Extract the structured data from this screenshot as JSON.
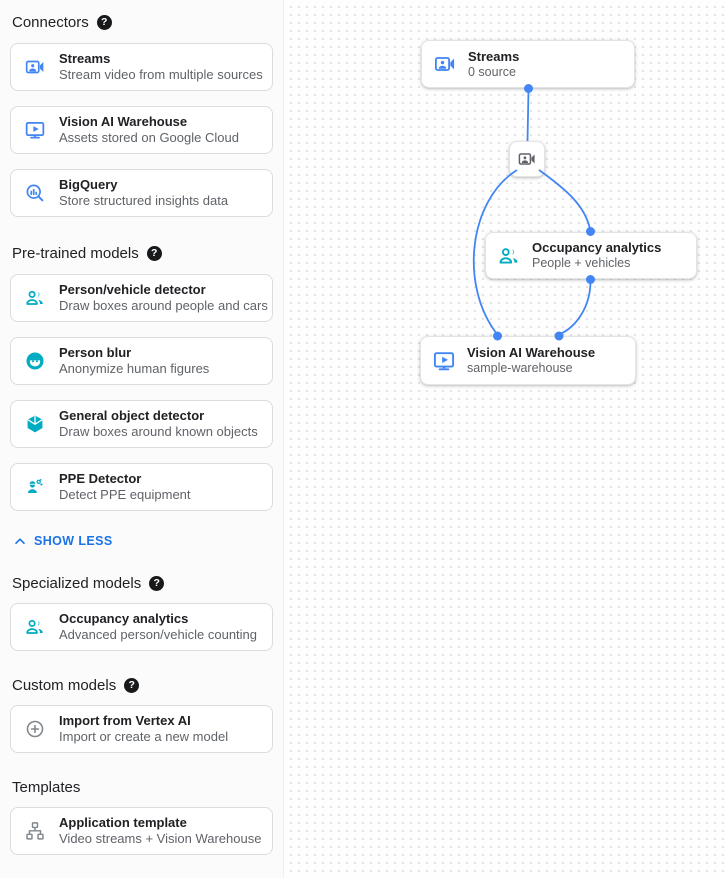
{
  "colors": {
    "accent_blue": "#1a73e8",
    "icon_blue": "#4285f4",
    "icon_teal": "#00acc1",
    "icon_gray": "#80868b",
    "edge_blue": "#4285f4"
  },
  "icons": {
    "help_glyph": "?"
  },
  "sidebar": {
    "sections": [
      {
        "heading": "Connectors",
        "has_help": true,
        "cards": [
          {
            "icon": "streams-icon",
            "title": "Streams",
            "description": "Stream video from multiple sources"
          },
          {
            "icon": "warehouse-icon",
            "title": "Vision AI Warehouse",
            "description": "Assets stored on Google Cloud"
          },
          {
            "icon": "bigquery-icon",
            "title": "BigQuery",
            "description": "Store structured insights data"
          }
        ]
      },
      {
        "heading": "Pre-trained models",
        "has_help": true,
        "cards": [
          {
            "icon": "people-icon",
            "title": "Person/vehicle detector",
            "description": "Draw boxes around people and cars"
          },
          {
            "icon": "face-icon",
            "title": "Person blur",
            "description": "Anonymize human figures"
          },
          {
            "icon": "cube-icon",
            "title": "General object detector",
            "description": "Draw boxes around known objects"
          },
          {
            "icon": "ppe-icon",
            "title": "PPE Detector",
            "description": "Detect PPE equipment"
          }
        ]
      },
      {
        "heading": "Specialized models",
        "has_help": true,
        "cards": [
          {
            "icon": "people-icon",
            "title": "Occupancy analytics",
            "description": "Advanced person/vehicle counting"
          }
        ]
      },
      {
        "heading": "Custom models",
        "has_help": true,
        "cards": [
          {
            "icon": "add-circle-icon",
            "title": "Import from Vertex AI",
            "description": "Import or create a new model"
          }
        ]
      },
      {
        "heading": "Templates",
        "has_help": false,
        "cards": [
          {
            "icon": "tree-icon",
            "title": "Application template",
            "description": "Video streams + Vision Warehouse"
          }
        ]
      }
    ],
    "show_less_label": "SHOW LESS"
  },
  "canvas": {
    "nodes": [
      {
        "id": "streams",
        "icon": "streams-icon",
        "title": "Streams",
        "subtitle": "0 source"
      },
      {
        "id": "camera",
        "icon": "camera-icon"
      },
      {
        "id": "occupancy",
        "icon": "people-icon",
        "title": "Occupancy analytics",
        "subtitle": "People + vehicles"
      },
      {
        "id": "warehouse",
        "icon": "warehouse-icon",
        "title": "Vision AI Warehouse",
        "subtitle": "sample-warehouse"
      }
    ]
  }
}
